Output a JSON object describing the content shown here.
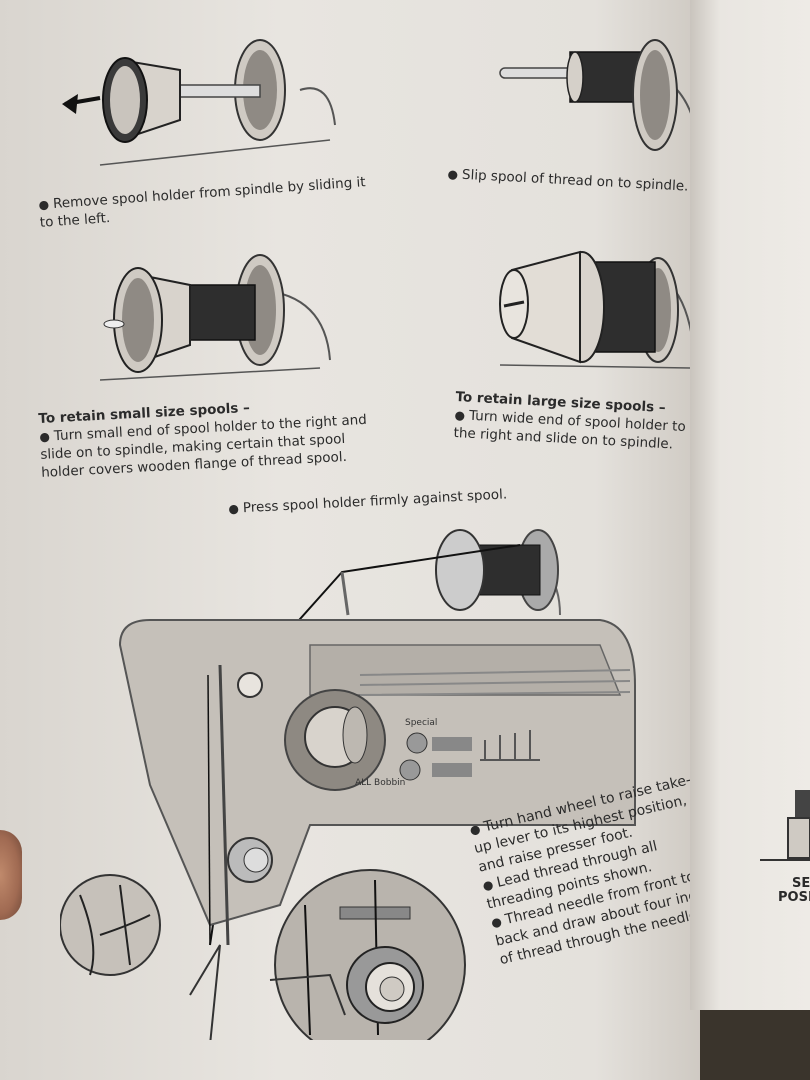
{
  "captions": {
    "remove_holder": "Remove spool holder from spindle by sliding it to the left.",
    "slip_spool": "Slip spool of thread on to spindle.",
    "small_spools_heading": "To retain small size spools –",
    "small_spools_text": "Turn small end of spool holder to the right and slide on to spindle, making certain that spool holder covers wooden flange of thread spool.",
    "large_spools_heading": "To retain large size spools –",
    "large_spools_text": "Turn wide end of spool holder to the right and slide on to spindle.",
    "press_holder": "Press spool holder firmly against spool.",
    "threading_steps": [
      "Turn hand wheel to raise take-up lever to its highest position, and raise presser foot.",
      "Lead thread through all threading points shown.",
      "Thread needle from front to back and draw about four inches of thread through the needle."
    ]
  },
  "machine_labels": {
    "dial_label": "Special",
    "nameplate": "ALL Bobbin"
  },
  "next_page_text": {
    "line1": "SEW",
    "line2": "POSI"
  }
}
